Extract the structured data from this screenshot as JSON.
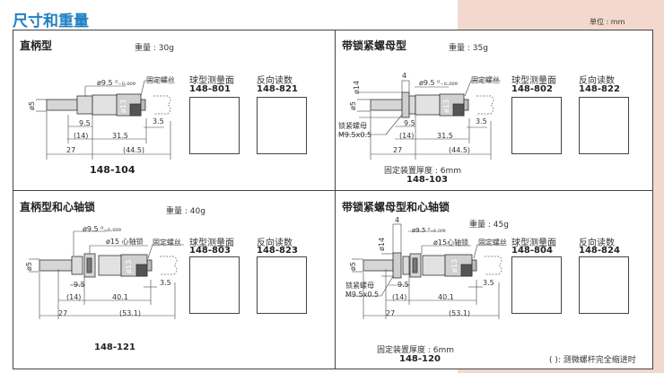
{
  "page": {
    "title": "尺寸和重量",
    "unit": "单位 : mm",
    "note": "( ): 测微螺杆完全缩进时"
  },
  "labels": {
    "ball": "球型测量面",
    "reverse": "反向读数",
    "set_screw": "固定螺丝",
    "lock_nut": "锁紧螺母",
    "nut_thread": "M9.5x0.5",
    "spindle_lock": "ø15 心轴锁",
    "spindle_lock2": "ø15心轴锁",
    "fixture": "固定装置厚度 : 6mm"
  },
  "dims": {
    "d5": "ø5",
    "d95": "ø9.5 ⁰₋₀.₀₀₉",
    "d13": "ø13",
    "d14": "ø14",
    "w4": "4",
    "l95": "9.5",
    "l14": "(14)",
    "l315": "31.5",
    "l27": "27",
    "l445": "(44.5)",
    "l35": "3.5",
    "l401": "40.1",
    "l531": "(53.1)"
  },
  "quadrants": [
    {
      "title": "直柄型",
      "weight": "重量 : 30g",
      "model": "148-104",
      "ball_code": "148-801",
      "reverse_code": "148-821"
    },
    {
      "title": "带锁紧螺母型",
      "weight": "重量 : 35g",
      "model": "148-103",
      "ball_code": "148-802",
      "reverse_code": "148-822"
    },
    {
      "title": "直柄型和心轴锁",
      "weight": "重量 : 40g",
      "model": "148-121",
      "ball_code": "148-803",
      "reverse_code": "148-823"
    },
    {
      "title": "带锁紧螺母型和心轴锁",
      "weight": "重量 : 45g",
      "model": "148-120",
      "ball_code": "148-804",
      "reverse_code": "148-824"
    }
  ]
}
